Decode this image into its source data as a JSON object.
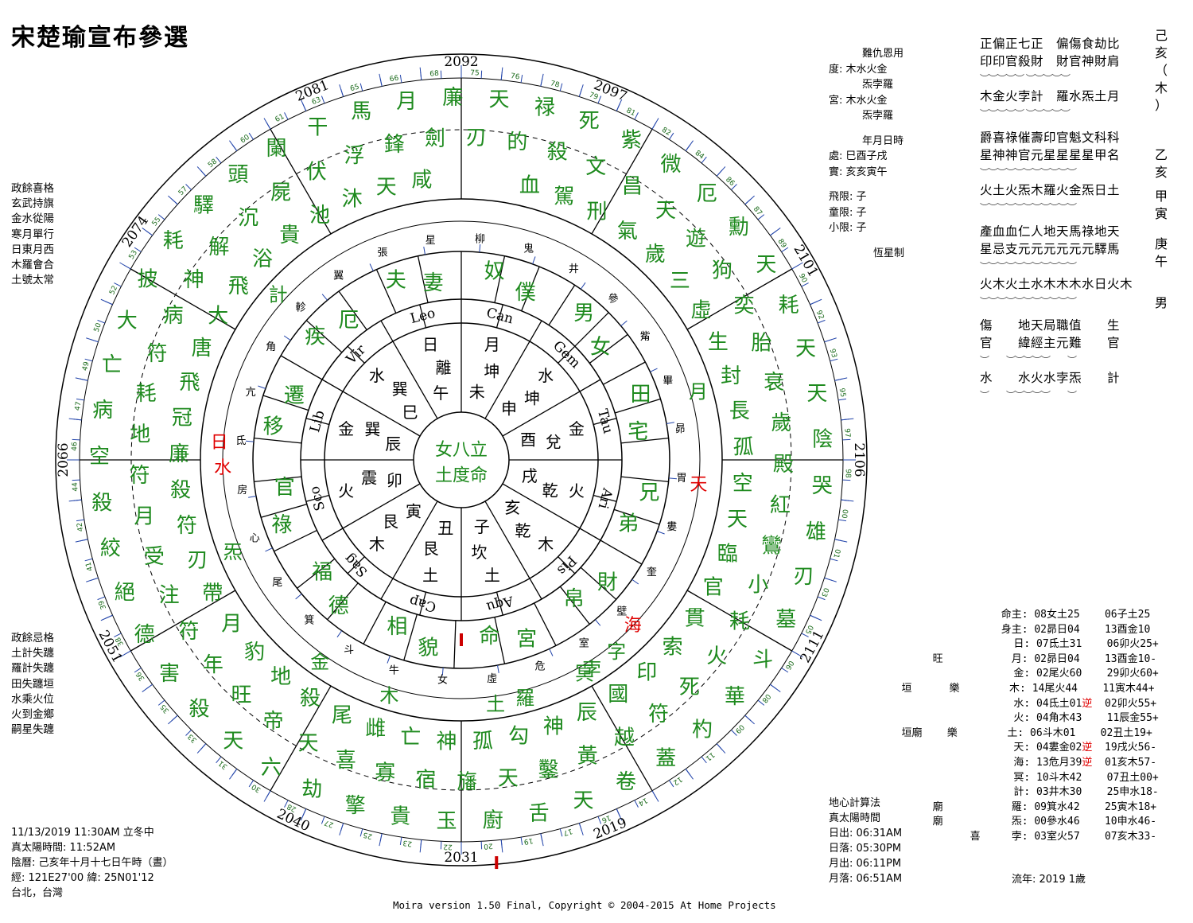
{
  "title": "宋楚瑜宣布參選",
  "years": {
    "top": "2092",
    "upper_left": "2081",
    "upper_right": "2097",
    "left_top": "2074",
    "right_top": "2101",
    "left": "2066",
    "right": "2106",
    "lower_left": "2051",
    "lower_right": "2111",
    "bottom_left": "2040",
    "bottom_right": "2019",
    "bottom": "2031"
  },
  "center": [
    "女八立",
    "土度命"
  ],
  "outer_green_text": [
    "天",
    "禄",
    "死",
    "紫",
    "微",
    "厄",
    "勳",
    "天",
    "耗",
    "天",
    "天",
    "陰",
    "哭",
    "雄",
    "刃",
    "墓",
    "斗",
    "華",
    "杓",
    "蓋",
    "卷",
    "天",
    "舌",
    "廚",
    "玉",
    "貴",
    "擎",
    "劫",
    "六",
    "天",
    "殺",
    "害",
    "德",
    "絕",
    "絞",
    "殺",
    "空",
    "病",
    "亡",
    "大",
    "披",
    "耗",
    "驛",
    "頭",
    "闌",
    "干",
    "馬",
    "月",
    "廉",
    "的",
    "殺",
    "文",
    "昌",
    "天",
    "遊",
    "狗",
    "奕",
    "胎",
    "衰",
    "歲",
    "殿",
    "紅",
    "鸞",
    "小",
    "耗",
    "火",
    "死",
    "符",
    "越",
    "黃",
    "鑿",
    "天",
    "旛",
    "宿",
    "寡",
    "喜",
    "天",
    "帝",
    "旺",
    "年",
    "符",
    "注",
    "受",
    "月",
    "符",
    "地",
    "耗",
    "符",
    "病",
    "神",
    "解",
    "沉",
    "屍",
    "伏",
    "浮",
    "鋒",
    "劍",
    "刃",
    "血",
    "駕",
    "刑",
    "氣",
    "歲",
    "三",
    "虛",
    "生",
    "封",
    "長",
    "孤",
    "空",
    "天",
    "臨",
    "官",
    "貫",
    "索",
    "印",
    "國",
    "辰",
    "神",
    "勾",
    "孤",
    "神",
    "亡",
    "雌",
    "尾",
    "殺",
    "地",
    "豹",
    "月",
    "帶",
    "刃",
    "符",
    "殺",
    "廉",
    "冠",
    "飛",
    "唐",
    "大",
    "飛",
    "浴",
    "貴",
    "池",
    "沐",
    "天",
    "咸"
  ],
  "mid_ring_green": [
    "計",
    "炁",
    "月",
    "金",
    "木",
    "羅",
    "土",
    "冥",
    "字",
    "孛"
  ],
  "mid_ring_red": [
    "水",
    "日",
    "天",
    "海"
  ],
  "inner_palaces": [
    "夫",
    "妻",
    "奴",
    "僕",
    "男",
    "女",
    "田",
    "宅",
    "兄",
    "弟",
    "財",
    "帛",
    "宮",
    "命",
    "貌",
    "相",
    "德",
    "福",
    "祿",
    "官",
    "移",
    "遷",
    "疾",
    "厄"
  ],
  "mansions": [
    "星",
    "柳",
    "鬼",
    "井",
    "參",
    "觜",
    "畢",
    "昴",
    "胃",
    "婁",
    "奎",
    "壁",
    "室",
    "危",
    "虛",
    "女",
    "牛",
    "斗",
    "箕",
    "尾",
    "心",
    "房",
    "氐",
    "亢",
    "角",
    "軫",
    "翼",
    "張"
  ],
  "zodiac": [
    "Leo",
    "Can",
    "Gem",
    "Tau",
    "Ari",
    "Pis",
    "Aqu",
    "Cap",
    "Sag",
    "Sco",
    "Lib",
    "Vir"
  ],
  "inner_cells": [
    "日",
    "離",
    "午",
    "月",
    "坤",
    "未",
    "水",
    "坤",
    "申",
    "金",
    "兌",
    "酉",
    "火",
    "乾",
    "戌",
    "木",
    "乾",
    "亥",
    "土",
    "坎",
    "子",
    "土",
    "艮",
    "丑",
    "木",
    "艮",
    "寅",
    "火",
    "震",
    "卯",
    "金",
    "巽",
    "辰",
    "水",
    "巽",
    "巳"
  ],
  "tr": {
    "head1": [
      "難仇恩用"
    ],
    "rows": [
      "度: 木水火金",
      "炁孛羅",
      "宮: 木水火金",
      "炁孛羅",
      "年月日時",
      "處: 巳酉子戌",
      "實: 亥亥寅午",
      "飛限: 子",
      "童限: 子",
      "小限: 子",
      "恆星制"
    ]
  },
  "grid": {
    "r1": "正偏正七正　偏傷食劫比",
    "r2": "印印官殺財　財官神財肩",
    "r3": "木金火孛計　羅水炁土月",
    "r4": "爵喜祿催壽印官魁文科科",
    "r5": "星神神官元星星星星甲名",
    "r6": "火土火炁木羅火金炁日土",
    "r7": "產血血仁人地天馬祿地天",
    "r8": "星忌支元元元元元元驛馬",
    "r9": "火木火土水木木木水日火木",
    "r10a": "傷　　地天局職值　　生",
    "r10b": "官　　緯經主元難　　官",
    "r11": "水　　水火水孛炁　　計",
    "side": [
      "己",
      "亥",
      "（",
      "木",
      "）",
      "乙",
      "亥",
      "甲",
      "寅",
      "庚",
      "午",
      "男"
    ]
  },
  "left_list1": [
    "政餘喜格",
    "玄武持旗",
    "金水從陽",
    "寒月單行",
    "日東月西",
    "木羅會合",
    "土號太常"
  ],
  "left_list2": [
    "政餘忌格",
    "土計失躔",
    "羅計失躔",
    "田失躔垣",
    "水乘火位",
    "火到金鄉",
    "嗣星失躔"
  ],
  "bottom_left": [
    "11/13/2019 11:30AM 立冬中",
    "真太陽時間: 11:52AM",
    "陰曆: 己亥年十月十七日午時（晝）",
    "經: 121E27'00  緯: 25N01'12",
    "台北，台灣"
  ],
  "bottom_mid": [
    "地心計算法",
    "真太陽時間",
    "日出: 06:31AM",
    "日落: 05:30PM",
    "月出: 06:11PM",
    "月落: 06:51AM"
  ],
  "stats": [
    "                   命主: 08女土25    06子土25",
    "                   身主: 02昴日04    13酉金10",
    "                     日: 07氐土31    06卯火25+",
    "        旺           月: 02昴日04    13酉金10-",
    "                     金: 02尾火60    29卯火60+",
    "   垣      樂        木: 14尾火44    11寅木44+",
    "                     水: 04氐土01逆  02卯火55+",
    "                     火: 04角木43    11辰金55+",
    "   垣廟    樂        土: 06斗木01    02丑土19+",
    "                     天: 04婁金02逆  19戌火56-",
    "                     海: 13危月39逆  01亥木57-",
    "                     冥: 10斗木42    07丑土00+",
    "                     計: 03井木30    25申水18-",
    "        廟           羅: 09箕水42    25寅木18+",
    "        廟           炁: 00參水46    10申水46-",
    "              喜     孛: 03室火57    07亥木33-"
  ],
  "liunian": "流年: 2019   1歲",
  "footer": "Moira version 1.50 Final, Copyright © 2004-2015 At Home Projects"
}
